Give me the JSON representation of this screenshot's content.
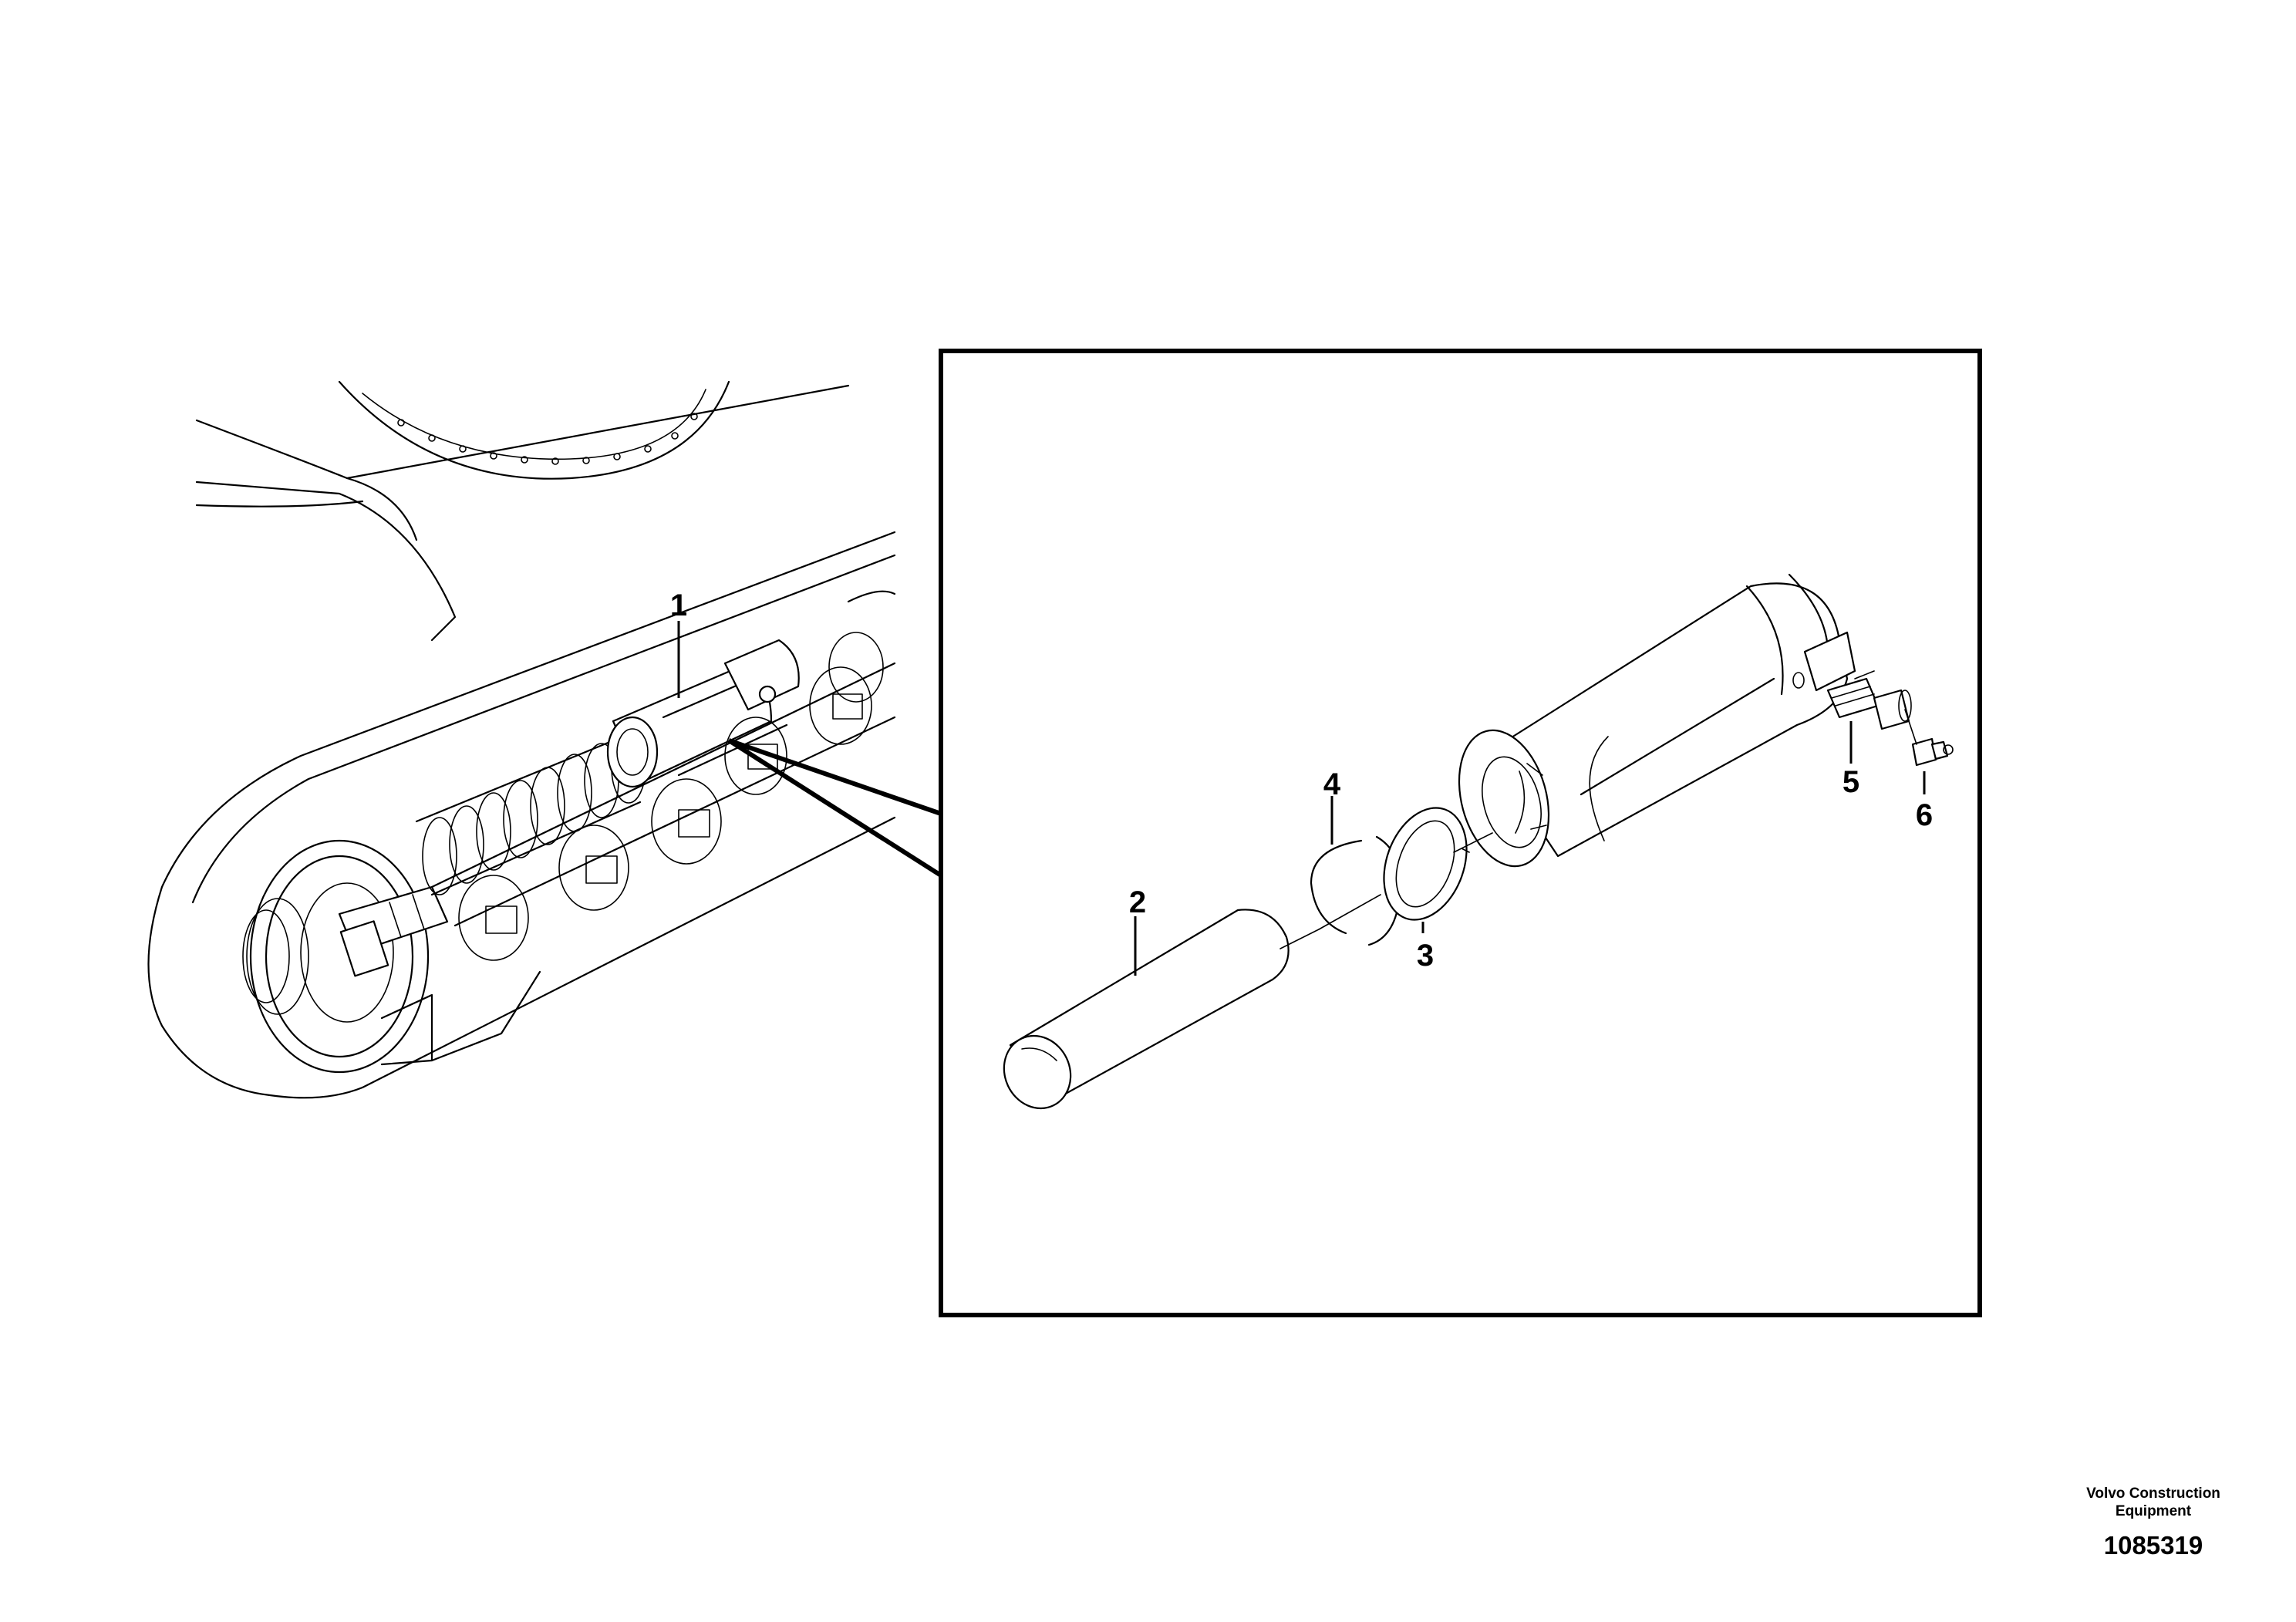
{
  "callouts": {
    "c1": "1",
    "c2": "2",
    "c3": "3",
    "c4": "4",
    "c5": "5",
    "c6": "6"
  },
  "footer": {
    "company": "Volvo Construction Equipment",
    "document_number": "1085319"
  }
}
